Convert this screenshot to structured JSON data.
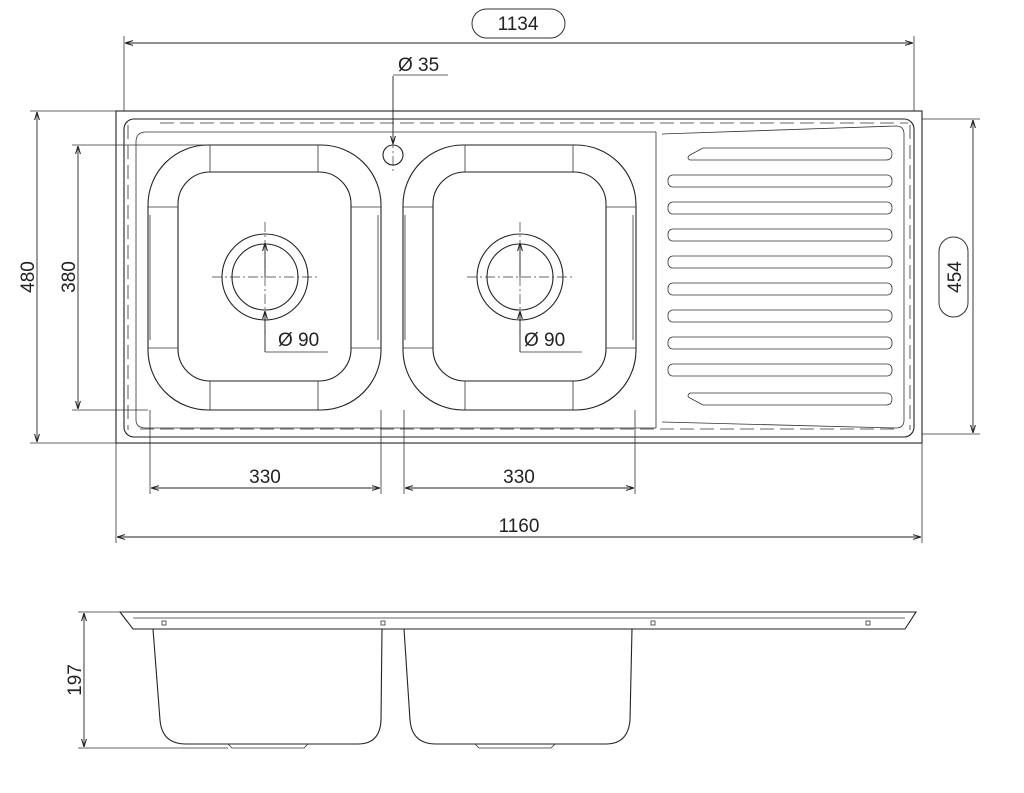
{
  "dimensions": {
    "overall_width": "1160",
    "inner_width": "1134",
    "overall_depth": "480",
    "bowl_depth": "380",
    "inner_depth": "454",
    "bowl_left_width": "330",
    "bowl_right_width": "330",
    "tap_hole": "Ø 35",
    "drain_left": "Ø 90",
    "drain_right": "Ø 90",
    "height": "197"
  }
}
